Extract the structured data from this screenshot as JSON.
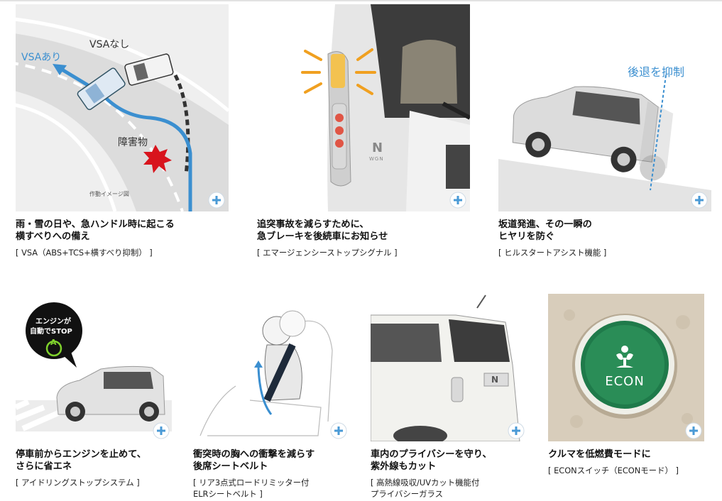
{
  "cards": [
    {
      "image_text": {
        "with_vsa": "VSAあり",
        "without_vsa": "VSAなし",
        "obstacle": "障害物",
        "caption": "作動イメージ図"
      },
      "title_line1": "雨・雪の日や、急ハンドル時に起こる",
      "title_line2": "横すべりへの備え",
      "sub_line1": "[ VSA（ABS+TCS+横すべり抑制） ]",
      "sub_line2": ""
    },
    {
      "image_text": {
        "badge": "N",
        "badge_sub": "WGN"
      },
      "title_line1": "追突事故を減らすために、",
      "title_line2": "急ブレーキを後続車にお知らせ",
      "sub_line1": "[ エマージェンシーストップシグナル ]",
      "sub_line2": ""
    },
    {
      "image_text": {
        "label": "後退を抑制"
      },
      "title_line1": "坂道発進、その一瞬の",
      "title_line2": "ヒヤリを防ぐ",
      "sub_line1": "[ ヒルスタートアシスト機能 ]",
      "sub_line2": ""
    },
    {
      "image_text": {
        "bubble_line1": "エンジンが",
        "bubble_line2": "自動でSTOP",
        "bubble_icon": "A"
      },
      "title_line1": "停車前からエンジンを止めて、",
      "title_line2": "さらに省エネ",
      "sub_line1": "[ アイドリングストップシステム ]",
      "sub_line2": ""
    },
    {
      "image_text": {},
      "title_line1": "衝突時の胸への衝撃を減らす",
      "title_line2": "後席シートベルト",
      "sub_line1": "[ リア3点式ロードリミッター付",
      "sub_line2": "ELRシートベルト ]"
    },
    {
      "image_text": {
        "badge": "N"
      },
      "title_line1": "車内のプライバシーを守り、",
      "title_line2": "紫外線もカット",
      "sub_line1": "[ 高熱線吸収/UVカット機能付",
      "sub_line2": "プライバシーガラス"
    },
    {
      "image_text": {
        "button": "ECON"
      },
      "title_line1": "クルマを低燃費モードに",
      "title_line2": "",
      "sub_line1": "[ ECONスイッチ（ECONモード） ]",
      "sub_line2": ""
    }
  ],
  "colors": {
    "accent_blue": "#3b8fd0",
    "plus_blue": "#4a9ad6",
    "brake_orange": "#f0a020",
    "econ_green": "#1f7a4a"
  },
  "icons": {
    "expand": "plus-circle-icon",
    "econ": "leaf-icon",
    "auto_stop": "a-circle-icon"
  }
}
